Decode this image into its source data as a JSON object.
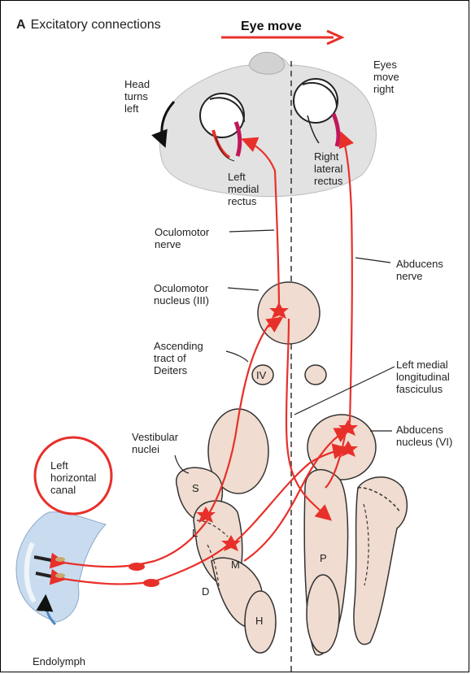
{
  "panel": {
    "letter": "A",
    "title": "Excitatory connections"
  },
  "eye_move": "Eye move",
  "labels": {
    "head_turns_left": "Head\nturns\nleft",
    "eyes_move_right": "Eyes\nmove\nright",
    "left_medial_rectus": "Left\nmedial\nrectus",
    "right_lateral_rectus": "Right\nlateral\nrectus",
    "oculomotor_nerve": "Oculomotor\nnerve",
    "abducens_nerve": "Abducens\nnerve",
    "oculomotor_nucleus": "Oculomotor\nnucleus (III)",
    "ascending_tract": "Ascending\ntract of\nDeiters",
    "nucleus_iv": "IV",
    "left_mlf": "Left medial\nlongitudinal\nfasciculus",
    "vestibular_nuclei": "Vestibular\nnuclei",
    "abducens_nucleus": "Abducens\nnucleus (VI)",
    "left_horizontal_canal": "Left\nhorizontal\ncanal",
    "nucleus_s": "S",
    "nucleus_l": "L",
    "nucleus_m": "M",
    "nucleus_d": "D",
    "nucleus_h": "H",
    "nucleus_p": "P",
    "endolymph": "Endolymph"
  },
  "colors": {
    "pathway": "#e8302a",
    "brainstem": "#f0dcd0",
    "head": "#e2e2e2",
    "canal": "#c9dcef"
  }
}
